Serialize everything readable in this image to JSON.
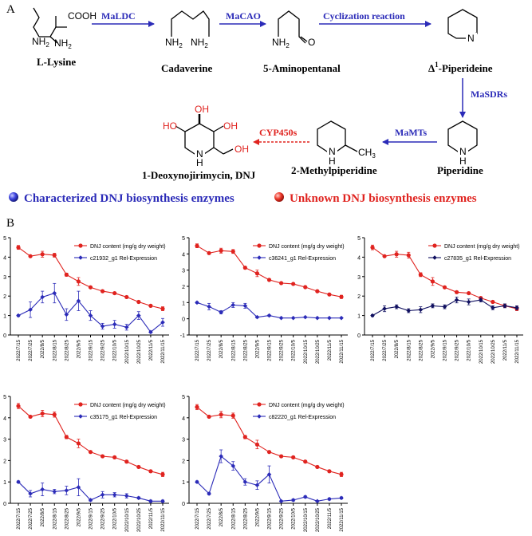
{
  "panel_a": {
    "label": "A",
    "compounds": {
      "lysine": "L-Lysine",
      "lysine_acid": "COOH",
      "lysine_amine": "NH",
      "lysine_amine_sub": "2",
      "lysine_amine2": "NH",
      "lysine_amine2_sub": "2",
      "cadaverine": "Cadaverine",
      "cad_nh_a": "NH",
      "cad_nh_a_sub": "2",
      "cad_nh_b": "NH",
      "cad_nh_b_sub": "2",
      "aminopentanal": "5-Aminopentanal",
      "ap_nh": "NH",
      "ap_nh_sub": "2",
      "ap_o": "O",
      "piperideine_prefix": "Δ",
      "piperideine_sup": "1",
      "piperideine_name": "-Piperideine",
      "piperideine_n": "N",
      "piperidine": "Piperidine",
      "piperidine_n": "N",
      "piperidine_h": "H",
      "methylpiperidine": "2-Methylpiperidine",
      "mp_n": "N",
      "mp_h": "H",
      "mp_ch": "CH",
      "mp_ch_sub": "3",
      "dnj": "1-Deoxynojirimycin,  DNJ",
      "dnj_oh1": "OH",
      "dnj_ho": "HO",
      "dnj_oh2": "OH",
      "dnj_oh3": "OH",
      "dnj_n": "N",
      "dnj_h": "H"
    },
    "enzymes": {
      "maldc": "MaLDC",
      "macao": "MaCAO",
      "cyclization": "Cyclization reaction",
      "masdrs": "MaSDRs",
      "mamts": "MaMTs",
      "cyp450s": "CYP450s"
    },
    "legend": {
      "known": "Characterized DNJ biosynthesis enzymes",
      "unknown": "Unknown DNJ biosynthesis enzymes"
    },
    "colors": {
      "known": "#2b2bb8",
      "unknown": "#e0231f"
    }
  },
  "panel_b": {
    "label": "B"
  },
  "chart_data": [
    {
      "type": "line",
      "x": [
        "2022/7/15",
        "2022/7/25",
        "2022/8/5",
        "2022/8/15",
        "2022/8/25",
        "2022/9/5",
        "2022/9/15",
        "2022/9/25",
        "2022/10/5",
        "2022/10/15",
        "2022/10/25",
        "2022/11/5",
        "2022/11/15"
      ],
      "ylim": [
        0,
        5
      ],
      "yticks": [
        "0",
        "1",
        "2",
        "3",
        "4",
        "5"
      ],
      "series": [
        {
          "name": "DNJ content (mg/g dry weight)",
          "color": "#e0231f",
          "values": [
            4.5,
            4.05,
            4.15,
            4.1,
            3.1,
            2.75,
            2.45,
            2.25,
            2.15,
            1.95,
            1.7,
            1.5,
            1.35
          ],
          "err": [
            0.1,
            0.05,
            0.15,
            0.1,
            0.08,
            0.2,
            0.05,
            0.05,
            0.05,
            0.05,
            0.05,
            0.05,
            0.1
          ]
        },
        {
          "name": "c21932_g1 Rel-Expression",
          "color": "#2b2bb8",
          "values": [
            1.0,
            1.3,
            1.95,
            2.15,
            1.05,
            1.75,
            1.0,
            0.45,
            0.55,
            0.4,
            1.0,
            0.15,
            0.65
          ],
          "err": [
            0.05,
            0.4,
            0.3,
            0.5,
            0.3,
            0.5,
            0.25,
            0.15,
            0.2,
            0.15,
            0.2,
            0.05,
            0.2
          ]
        }
      ]
    },
    {
      "type": "line",
      "x": [
        "2022/7/15",
        "2022/7/25",
        "2022/8/5",
        "2022/8/15",
        "2022/8/25",
        "2022/9/5",
        "2022/9/15",
        "2022/9/25",
        "2022/10/5",
        "2022/10/15",
        "2022/10/25",
        "2022/11/5",
        "2022/11/15"
      ],
      "ylim": [
        0,
        5
      ],
      "yticks": [
        "-1",
        "0",
        "1",
        "2",
        "3",
        "4",
        "5"
      ],
      "ymin": -1,
      "series": [
        {
          "name": "DNJ content (mg/g dry weight)",
          "color": "#e0231f",
          "values": [
            4.5,
            4.05,
            4.2,
            4.15,
            3.15,
            2.8,
            2.4,
            2.2,
            2.15,
            1.95,
            1.7,
            1.5,
            1.35
          ],
          "err": [
            0.12,
            0.05,
            0.15,
            0.12,
            0.08,
            0.2,
            0.05,
            0.05,
            0.05,
            0.05,
            0.05,
            0.05,
            0.1
          ]
        },
        {
          "name": "c36241_g1 Rel-Expression",
          "color": "#2b2bb8",
          "values": [
            1.0,
            0.75,
            0.4,
            0.85,
            0.8,
            0.1,
            0.2,
            0.05,
            0.05,
            0.1,
            0.05,
            0.05,
            0.05
          ],
          "err": [
            0.05,
            0.2,
            0.1,
            0.15,
            0.15,
            0.05,
            0.05,
            0.02,
            0.02,
            0.03,
            0.02,
            0.02,
            0.02
          ]
        }
      ]
    },
    {
      "type": "line",
      "x": [
        "2022/7/15",
        "2022/7/25",
        "2022/8/5",
        "2022/8/15",
        "2022/8/25",
        "2022/9/5",
        "2022/9/15",
        "2022/9/25",
        "2022/10/5",
        "2022/10/15",
        "2022/10/25",
        "2022/11/5",
        "2022/11/15"
      ],
      "ylim": [
        0,
        5
      ],
      "yticks": [
        "0",
        "1",
        "2",
        "3",
        "4",
        "5"
      ],
      "series": [
        {
          "name": "DNJ content (mg/g dry weight)",
          "color": "#e0231f",
          "values": [
            4.5,
            4.05,
            4.15,
            4.1,
            3.1,
            2.75,
            2.45,
            2.2,
            2.15,
            1.9,
            1.7,
            1.5,
            1.35
          ],
          "err": [
            0.12,
            0.05,
            0.15,
            0.15,
            0.1,
            0.2,
            0.05,
            0.05,
            0.05,
            0.05,
            0.05,
            0.05,
            0.1
          ]
        },
        {
          "name": "c27835_g1 Rel-Expression",
          "color": "#101060",
          "values": [
            1.0,
            1.35,
            1.45,
            1.25,
            1.3,
            1.5,
            1.45,
            1.8,
            1.7,
            1.8,
            1.4,
            1.5,
            1.4
          ],
          "err": [
            0.05,
            0.15,
            0.1,
            0.1,
            0.15,
            0.1,
            0.1,
            0.15,
            0.15,
            0.1,
            0.1,
            0.1,
            0.1
          ]
        }
      ]
    },
    {
      "type": "line",
      "x": [
        "2022/7/15",
        "2022/7/25",
        "2022/8/5",
        "2022/8/15",
        "2022/8/25",
        "2022/9/5",
        "2022/9/15",
        "2022/9/25",
        "2022/10/5",
        "2022/10/15",
        "2022/10/25",
        "2022/11/5",
        "2022/11/15"
      ],
      "ylim": [
        0,
        5
      ],
      "yticks": [
        "0",
        "1",
        "2",
        "3",
        "4",
        "5"
      ],
      "series": [
        {
          "name": "DNJ content (mg/g dry weight)",
          "color": "#e0231f",
          "values": [
            4.55,
            4.05,
            4.2,
            4.15,
            3.1,
            2.8,
            2.4,
            2.2,
            2.15,
            1.95,
            1.7,
            1.5,
            1.35
          ],
          "err": [
            0.12,
            0.05,
            0.15,
            0.12,
            0.08,
            0.2,
            0.05,
            0.05,
            0.05,
            0.05,
            0.05,
            0.05,
            0.1
          ]
        },
        {
          "name": "c35175_g1 Rel-Expression",
          "color": "#2b2bb8",
          "values": [
            1.0,
            0.45,
            0.65,
            0.55,
            0.6,
            0.75,
            0.15,
            0.4,
            0.4,
            0.35,
            0.25,
            0.1,
            0.1
          ],
          "err": [
            0.05,
            0.15,
            0.3,
            0.1,
            0.2,
            0.4,
            0.05,
            0.15,
            0.1,
            0.1,
            0.05,
            0.05,
            0.05
          ]
        }
      ]
    },
    {
      "type": "line",
      "x": [
        "2022/7/15",
        "2022/7/25",
        "2022/8/5",
        "2022/8/15",
        "2022/8/25",
        "2022/9/5",
        "2022/9/15",
        "2022/9/25",
        "2022/10/5",
        "2022/10/15",
        "2022/10/25",
        "2022/11/5",
        "2022/11/15"
      ],
      "ylim": [
        0,
        5
      ],
      "yticks": [
        "0",
        "1",
        "2",
        "3",
        "4",
        "5"
      ],
      "series": [
        {
          "name": "DNJ content (mg/g dry weight)",
          "color": "#e0231f",
          "values": [
            4.5,
            4.05,
            4.15,
            4.1,
            3.1,
            2.75,
            2.4,
            2.2,
            2.15,
            1.95,
            1.7,
            1.5,
            1.35
          ],
          "err": [
            0.12,
            0.05,
            0.15,
            0.12,
            0.08,
            0.2,
            0.05,
            0.05,
            0.05,
            0.05,
            0.05,
            0.05,
            0.1
          ]
        },
        {
          "name": "c82220_g1 Rel-Expression",
          "color": "#2b2bb8",
          "values": [
            1.0,
            0.45,
            2.2,
            1.75,
            1.0,
            0.85,
            1.35,
            0.1,
            0.15,
            0.3,
            0.1,
            0.2,
            0.25
          ],
          "err": [
            0.05,
            0.05,
            0.3,
            0.2,
            0.15,
            0.2,
            0.4,
            0.03,
            0.05,
            0.05,
            0.03,
            0.05,
            0.05
          ]
        }
      ]
    }
  ]
}
